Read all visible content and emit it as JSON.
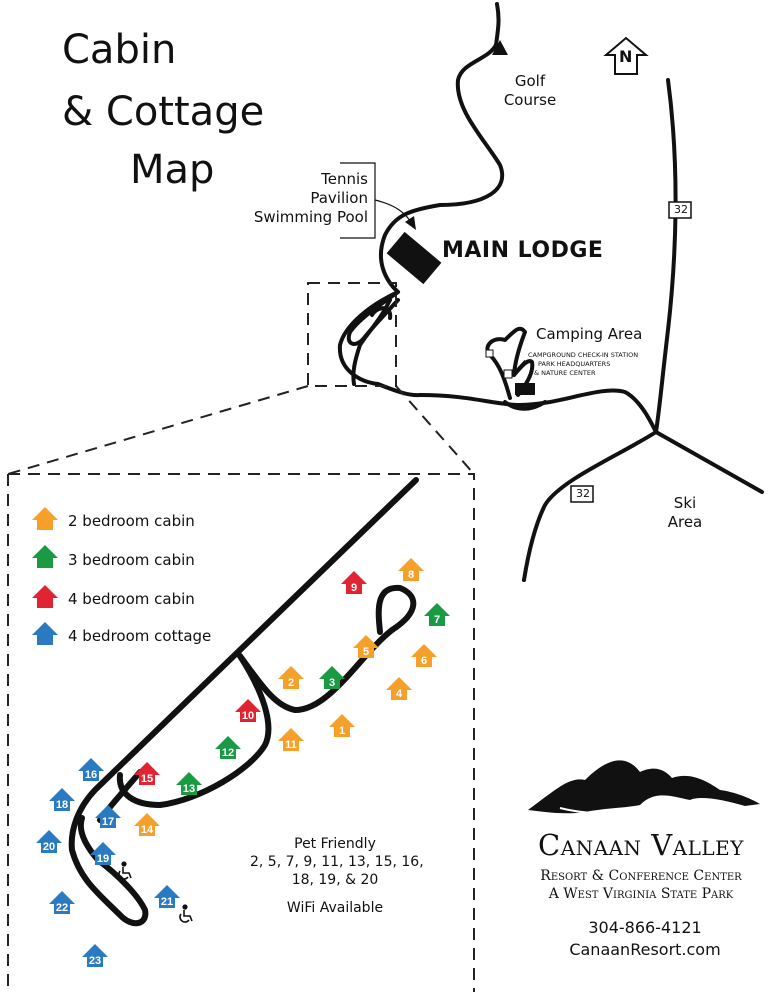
{
  "title": {
    "line1": "Cabin",
    "line2": "& Cottage",
    "line3": "Map"
  },
  "north_label": "N",
  "places": {
    "golf_course": [
      "Golf",
      "Course"
    ],
    "tennis": [
      "Tennis",
      "Pavilion",
      "Swimming Pool"
    ],
    "main_lodge": "MAIN LODGE",
    "camping_area": "Camping Area",
    "campground_notes": [
      "CAMPGROUND CHECK-IN STATION",
      "PARK HEADQUARTERS",
      "& NATURE CENTER"
    ],
    "ski_area": [
      "Ski",
      "Area"
    ]
  },
  "route_shields": [
    "32",
    "32"
  ],
  "legend": [
    {
      "label": "2 bedroom cabin",
      "color": "#F5A02A"
    },
    {
      "label": "3 bedroom cabin",
      "color": "#1A9A42"
    },
    {
      "label": "4 bedroom cabin",
      "color": "#E02431"
    },
    {
      "label": "4 bedroom cottage",
      "color": "#2A7AC2"
    }
  ],
  "units": [
    {
      "number": "1",
      "type": "2 bedroom cabin"
    },
    {
      "number": "2",
      "type": "2 bedroom cabin"
    },
    {
      "number": "3",
      "type": "3 bedroom cabin"
    },
    {
      "number": "4",
      "type": "2 bedroom cabin"
    },
    {
      "number": "5",
      "type": "2 bedroom cabin"
    },
    {
      "number": "6",
      "type": "2 bedroom cabin"
    },
    {
      "number": "7",
      "type": "3 bedroom cabin"
    },
    {
      "number": "8",
      "type": "2 bedroom cabin"
    },
    {
      "number": "9",
      "type": "4 bedroom cabin"
    },
    {
      "number": "10",
      "type": "4 bedroom cabin"
    },
    {
      "number": "11",
      "type": "2 bedroom cabin"
    },
    {
      "number": "12",
      "type": "3 bedroom cabin"
    },
    {
      "number": "13",
      "type": "3 bedroom cabin"
    },
    {
      "number": "14",
      "type": "2 bedroom cabin"
    },
    {
      "number": "15",
      "type": "4 bedroom cabin"
    },
    {
      "number": "16",
      "type": "4 bedroom cottage"
    },
    {
      "number": "17",
      "type": "4 bedroom cottage"
    },
    {
      "number": "18",
      "type": "4 bedroom cottage"
    },
    {
      "number": "19",
      "type": "4 bedroom cottage"
    },
    {
      "number": "20",
      "type": "4 bedroom cottage"
    },
    {
      "number": "21",
      "type": "4 bedroom cottage"
    },
    {
      "number": "22",
      "type": "4 bedroom cottage"
    },
    {
      "number": "23",
      "type": "4 bedroom cottage"
    }
  ],
  "accessible_units": [
    "19",
    "21"
  ],
  "pet_friendly": {
    "heading": "Pet Friendly",
    "line1": "2, 5, 7, 9, 11, 13, 15, 16,",
    "line2": "18, 19, & 20"
  },
  "wifi": "WiFi Available",
  "brand": {
    "name": "Canaan Valley",
    "line1": "Resort & Conference Center",
    "line2": "A West Virginia State Park",
    "phone": "304-866-4121",
    "website": "CanaanResort.com"
  }
}
